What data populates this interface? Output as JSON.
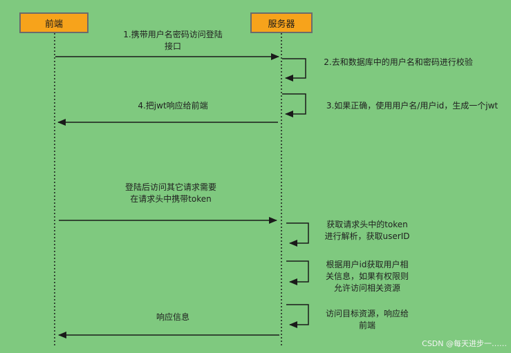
{
  "participants": {
    "frontend": "前端",
    "server": "服务器"
  },
  "messages": {
    "m1": "1.携带用户名密码访问登陆接口",
    "m2": "2.去和数据库中的用户名和密码进行校验",
    "m3": "3.如果正确，使用用户名/用户id，生成一个jwt",
    "m4": "4.把jwt响应给前端",
    "m5": "登陆后访问其它请求需要在请求头中携带token",
    "m6": "获取请求头中的token进行解析，获取userID",
    "m7": "根据用户id获取用户相关信息，如果有权限则允许访问相关资源",
    "m8": "访问目标资源，响应给前端",
    "m9": "响应信息"
  },
  "watermark": "CSDN @每天进步一……",
  "colors": {
    "background": "#7fc97f",
    "participant_fill": "#f7a31b",
    "line": "#1a1a1a"
  }
}
